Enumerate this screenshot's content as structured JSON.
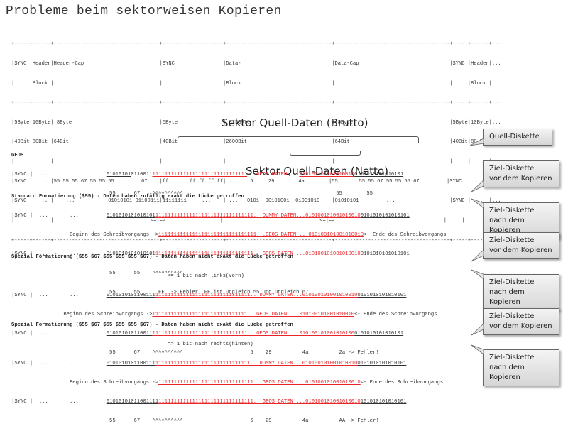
{
  "title": "Probleme beim sektorweisen Kopieren",
  "structure_table": {
    "lines": [
      "+-----+------+-----------------------------------+--------------------+-----------------------------------+--------------------------------------+-----+------+---",
      "|SYNC |Header|Header-Cap                         |SYNC                |Data-                              |Data-Cap                              |SYNC |Header|...",
      "|     |Block |                                   |                    |Block                              |                                      |     |Block |",
      "+-----+------+-----------------------------------+--------------------+-----------------------------------+--------------------------------------+-----+------+---",
      "|5Byte|10Byte| 8Byte                             |5Byte               | 325Byte                           | 8Byte                                |5Byte|10Byte|...",
      "|40Bit|80Bit |64Bit                              |40Bit               |2600Bit                            |64Bit                                 |40Bit|80 Bit|...",
      "|     |      |                                   |                    |                                   |                                      |     |      |...",
      "|SYNC |  ... |55 55 55 67 55 55 55         67    |ff       ff ff ff ff| ...    5     29        4a        |55       55 55 67 55 55 55 67         |SYNC | ...  |...",
      "|SYNC |  ... |    ...           01010101 01100111|11111111     ...    | ...   0101  00101001  01001010    |01010101         ...                  |SYNC | ...  |...",
      "|     |      |                                <=|=>                  |                                <=|=>                                    |     |      |",
      "+-----+------+-----------------------------------+--------------------+-----------------------------------+--------------------------------------+-----+------+---"
    ]
  },
  "labels": {
    "brutto": "Sektor Quell-Daten (Brutto)",
    "netto": "Sektor Quell-Daten (Netto)"
  },
  "geos": {
    "heading": "GEOS",
    "row_prefix": "|SYNC |  ... |     ...         ",
    "bits_black": "01010101",
    "bits_black2": "0110011",
    "bits_red_a": "1111111111111111111111111111111",
    "bits_red_b": "...GEOS DATEN ...",
    "bits_red_c": "010100101001010010",
    "bits_tail": "0101010101010101",
    "under_line": "                                55      67    ^^^^^^^^^^                                                  55        55"
  },
  "sections": [
    {
      "heading": "Standard Formatierung ($55) - Daten haben zufällig exakt die Lücke getroffen",
      "subheading": "",
      "row1_prefix": "|SYNC |  ... |     ...         ",
      "row1_bits": "0101010101010101",
      "row1_red": "11111111111111111111111111111111...DUMMY DATEN...010100101001010010",
      "row1_tail": "0101010101010101",
      "row2_prefix": "                   Beginn des Schreibvorgangs ->",
      "row2_red": "11111111111111111111111111111111...GEOS DATEN ...010100101001010010",
      "row2_tail": "<- Ende des Schreibvorgangs",
      "row3_prefix": "|SYNC |  ... |     ...         ",
      "row3_bits": "0101010101010101",
      "row3_red": "11111111111111111111111111111111...GEOS DATEN ...010100101001010010",
      "row3_tail": "0101010101010101",
      "row4": "                                55      55    ^^^^^^^^^^",
      "row5": "                                55      55      FF  -> Fehler! FF ist ungleich 55 und ungleich 67"
    },
    {
      "heading": "Spezial Formatierung ($55 $67 $55 $55 $55 $67) - Daten haben nicht exakt die Lücke getroffen",
      "subheading": "                                                   <= 1 bit nach links(vorn)",
      "row1_prefix": "|SYNC |  ... |     ...         ",
      "row1_bits": "0101010101100111",
      "row1_red": "1111111111111111111111111111111...DUMMY DATEN...010100101001010010",
      "row1_tail": "0101010101010101",
      "row2_prefix": "                 Beginn des Schreibvorgangs ->",
      "row2_red": "1111111111111111111111111111111...GEOS DATEN ...010100101001010010",
      "row2_tail": "<- Ende des Schreibvorgangs",
      "row3_prefix": "|SYNC |  ... |     ...         ",
      "row3_bits": "010101010110011",
      "row3_red": "1111111111111111111111111111111...GEOS DATEN ...010100101001010100",
      "row3_tail": "0101010101010101",
      "row4": "                                55      67    ^^^^^^^^^^                      5    29          4a          2a -> Fehler!",
      "row5": ""
    },
    {
      "heading": "Spezial Formatierung ($55 $67 $55 $55 $55 $67) - Daten haben nicht exakt die Lücke getroffen",
      "subheading": "                                                   => 1 bit nach rechts(hinten)",
      "row1_prefix": "|SYNC |  ... |     ...         ",
      "row1_bits": "0101010101100111",
      "row1_red": "1111111111111111111111111111111...DUMMY DATEN...010100101001010010",
      "row1_tail": "0101010101010101",
      "row2_prefix": "                   Beginn des Schreibvorgangs ->",
      "row2_red": "1111111111111111111111111111111...GEOS DATEN ...010100101001010010",
      "row2_tail": "<- Ende des Schreibvorgangs",
      "row3_prefix": "|SYNC |  ... |     ...         ",
      "row3_bits": "01010101011001111",
      "row3_red": "1111111111111111111111111111111...GEOS DATEN ...010100101001010010",
      "row3_tail": "101010101010101",
      "row4": "                                55      67    ^^^^^^^^^^                      5    29          4a          AA -> Fehler!",
      "row5": ""
    }
  ],
  "callouts": [
    {
      "text": "Quell-Diskette"
    },
    {
      "text": "Ziel-Diskette\nvor dem Kopieren"
    },
    {
      "text": "Ziel-Diskette\nnach dem Kopieren"
    },
    {
      "text": "Ziel-Diskette\nvor dem Kopieren"
    },
    {
      "text": "Ziel-Diskette\nnach dem Kopieren"
    },
    {
      "text": "Ziel-Diskette\nvor dem Kopieren"
    },
    {
      "text": "Ziel-Diskette\nnach dem Kopieren"
    }
  ],
  "colors": {
    "data_red": "#e8262a",
    "text": "#333333",
    "callout_border": "#666666"
  }
}
